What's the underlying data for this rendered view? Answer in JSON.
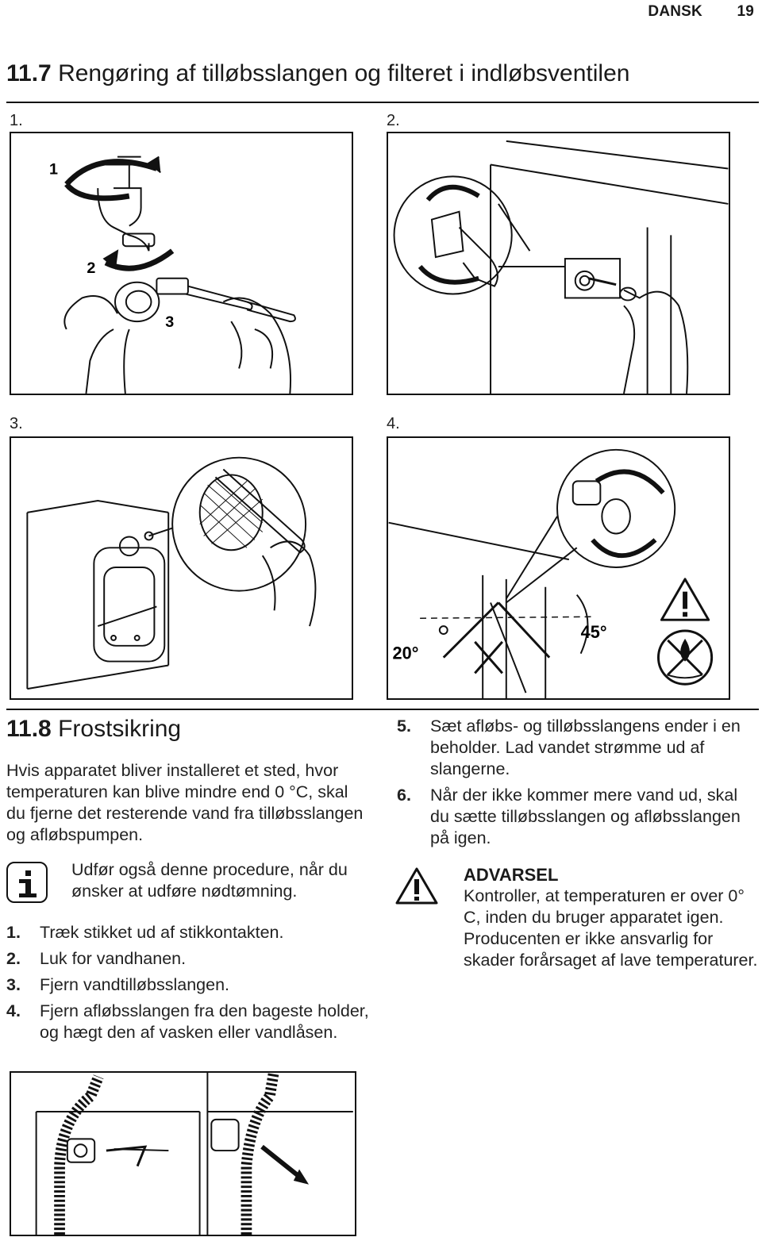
{
  "header": {
    "language": "DANSK",
    "page": "19"
  },
  "section1": {
    "number": "11.7",
    "title": "Rengøring af tilløbsslangen og filteret i indløbsventilen",
    "step_labels": [
      "1.",
      "2.",
      "3.",
      "4."
    ],
    "figure1_callouts": [
      "1",
      "2",
      "3"
    ],
    "figure4_angles": [
      "20°",
      "45°"
    ]
  },
  "section2": {
    "number": "11.8",
    "title": "Frostsikring",
    "intro": "Hvis apparatet bliver installeret et sted, hvor temperaturen kan blive mindre end 0 °C, skal du fjerne det resterende vand fra tilløbsslangen og afløbspumpen.",
    "info_note": "Udfør også denne procedure, når du ønsker at udføre nødtømning.",
    "steps": [
      {
        "num": "1.",
        "text": "Træk stikket ud af stikkontakten."
      },
      {
        "num": "2.",
        "text": "Luk for vandhanen."
      },
      {
        "num": "3.",
        "text": "Fjern vandtilløbsslangen."
      },
      {
        "num": "4.",
        "text": "Fjern afløbsslangen fra den bageste holder, og hægt den af vasken eller vandlåsen."
      },
      {
        "num": "5.",
        "text": "Sæt afløbs- og tilløbsslangens ender i en beholder. Lad vandet strømme ud af slangerne."
      },
      {
        "num": "6.",
        "text": "Når der ikke kommer mere vand ud, skal du sætte tilløbsslangen og afløbsslangen på igen."
      }
    ],
    "warning": {
      "title": "ADVARSEL",
      "text1": "Kontroller, at temperaturen er over 0° C, inden du bruger apparatet igen.",
      "text2": "Producenten er ikke ansvarlig for skader forårsaget af lave temperaturer."
    }
  },
  "icons": {
    "info": "info-icon",
    "warning": "warning-triangle-icon",
    "no_water": "no-water-drop-icon"
  }
}
